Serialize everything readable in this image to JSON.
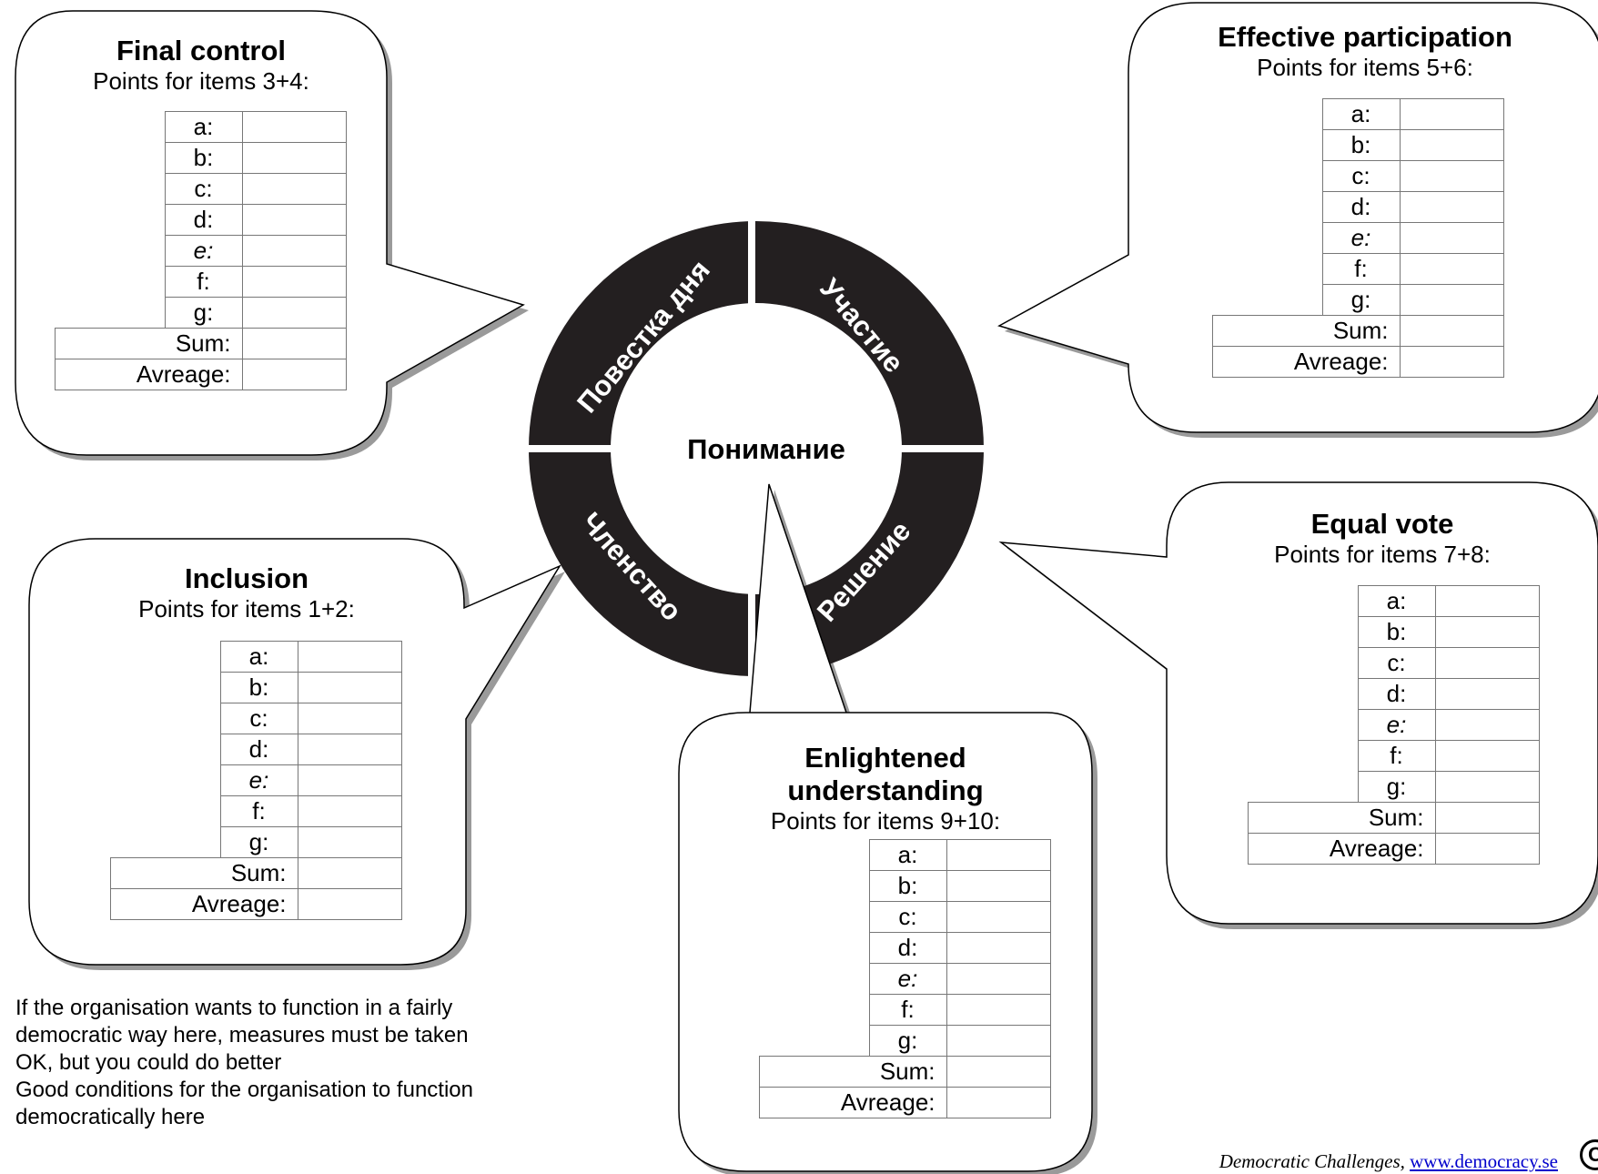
{
  "center_label": "Понимание",
  "ring_segments": {
    "top_left": "Повестка дня",
    "top_right": "Участие",
    "bottom_right": "Решение",
    "bottom_left": "Членство"
  },
  "row_labels": [
    "a:",
    "b:",
    "c:",
    "d:",
    "e:",
    "f:",
    "g:"
  ],
  "sum_label": "Sum:",
  "average_label": "Avreage:",
  "bubbles": {
    "final_control": {
      "title": "Final control",
      "subtitle": "Points for items 3+4:"
    },
    "effective_participation": {
      "title": "Effective participation",
      "subtitle": "Points for items 5+6:"
    },
    "inclusion": {
      "title": "Inclusion",
      "subtitle": "Points for items 1+2:"
    },
    "equal_vote": {
      "title": "Equal vote",
      "subtitle": "Points for items 7+8:"
    },
    "enlightened_understanding": {
      "title_line1": "Enlightened",
      "title_line2": "understanding",
      "subtitle": "Points for items 9+10:"
    }
  },
  "legend": [
    "If the organisation wants to function in a fairly",
    "democratic way here, measures must be taken",
    "OK, but you could do better",
    "Good conditions for the organisation to function",
    "democratically here"
  ],
  "footer": {
    "source": "Democratic Challenges,",
    "link": "www.democracy.se",
    "icon": "creative-commons-icon",
    "icon_text": "C"
  },
  "colors": {
    "ring": "#231f20",
    "bubble_shadow": "#9a9a9a"
  }
}
